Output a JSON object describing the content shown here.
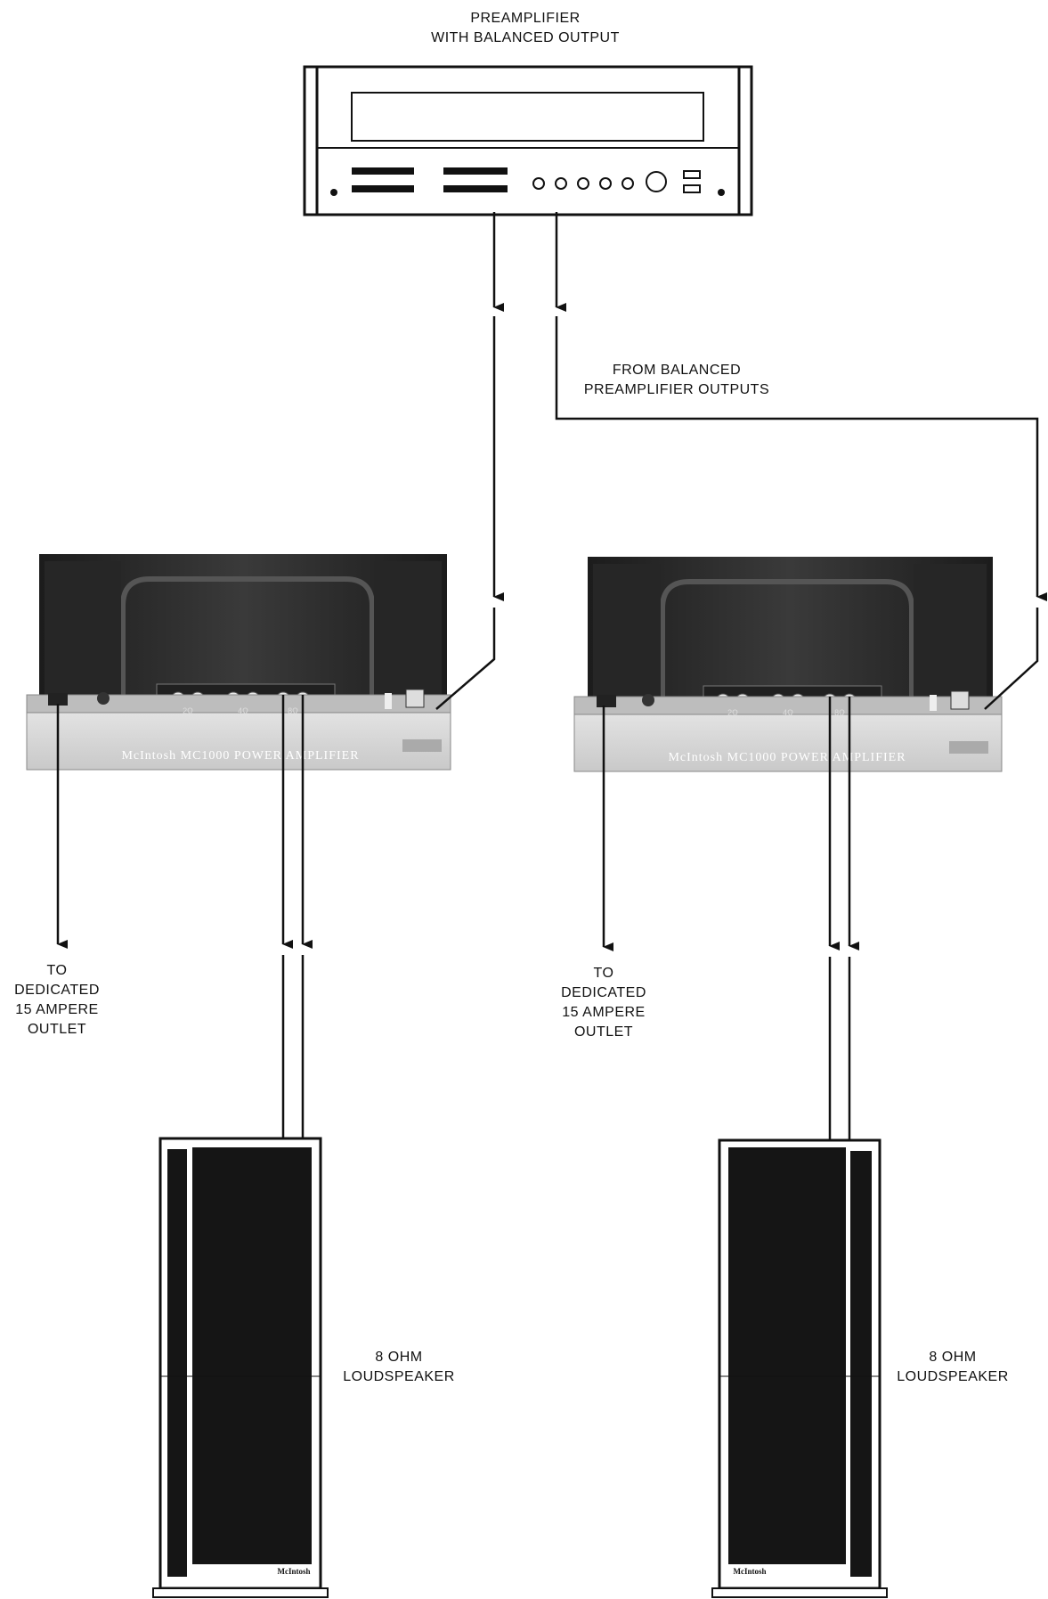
{
  "preamp": {
    "label_line1": "PREAMPLIFIER",
    "label_line2": "WITH  BALANCED  OUTPUT"
  },
  "balanced_note": {
    "line1": "FROM  BALANCED",
    "line2": "PREAMPLIFIER  OUTPUTS"
  },
  "amplifiers": [
    {
      "nameplate": "McIntosh MC1000 POWER AMPLIFIER",
      "taps": [
        "2Ω",
        "4Ω",
        "8Ω"
      ],
      "outlet_label": [
        "TO",
        "DEDICATED",
        "15 AMPERE",
        "OUTLET"
      ]
    },
    {
      "nameplate": "McIntosh MC1000 POWER AMPLIFIER",
      "taps": [
        "2Ω",
        "4Ω",
        "8Ω"
      ],
      "outlet_label": [
        "TO",
        "DEDICATED",
        "15 AMPERE",
        "OUTLET"
      ]
    }
  ],
  "speakers": [
    {
      "label_line1": "8  OHM",
      "label_line2": "LOUDSPEAKER",
      "badge": "McIntosh"
    },
    {
      "label_line1": "8  OHM",
      "label_line2": "LOUDSPEAKER",
      "badge": "McIntosh"
    }
  ],
  "colors": {
    "line": "#111111",
    "amp_body": "#2b2b2b",
    "amp_panel": "#d9d9d9",
    "speaker_grille": "#151515"
  }
}
